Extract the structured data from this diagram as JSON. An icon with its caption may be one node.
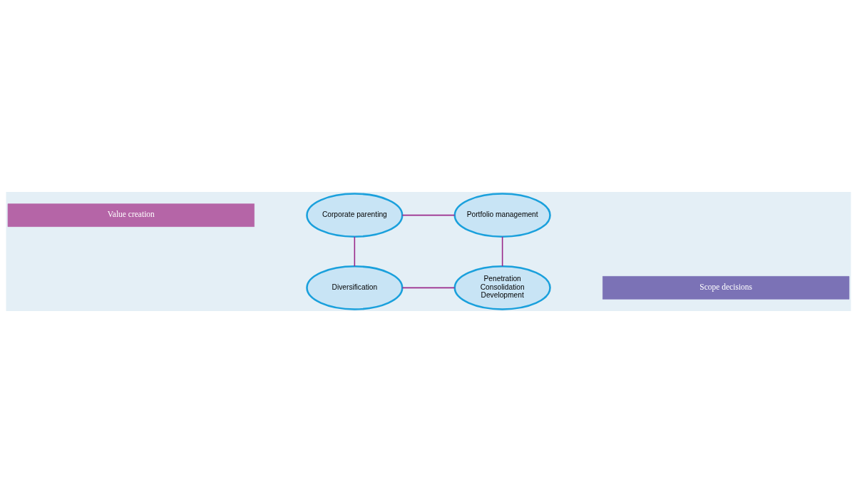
{
  "diagram": {
    "nodes": [
      {
        "text": [
          "Value creation"
        ]
      },
      {
        "text": [
          "Corporate parenting"
        ]
      },
      {
        "text": [
          "Portfolio management"
        ]
      },
      {
        "text": [
          "Diversification"
        ]
      },
      {
        "text": [
          "Penetration",
          "Consolidation",
          "Development"
        ]
      },
      {
        "text": [
          "Scope decisions"
        ]
      }
    ],
    "edges": [
      {
        "from": 1,
        "to": 2,
        "arrow": "none"
      },
      {
        "from": 1,
        "to": 3,
        "arrow": "none"
      },
      {
        "from": 2,
        "to": 4,
        "arrow": "none"
      },
      {
        "from": 3,
        "to": 4,
        "arrow": "none"
      }
    ]
  }
}
